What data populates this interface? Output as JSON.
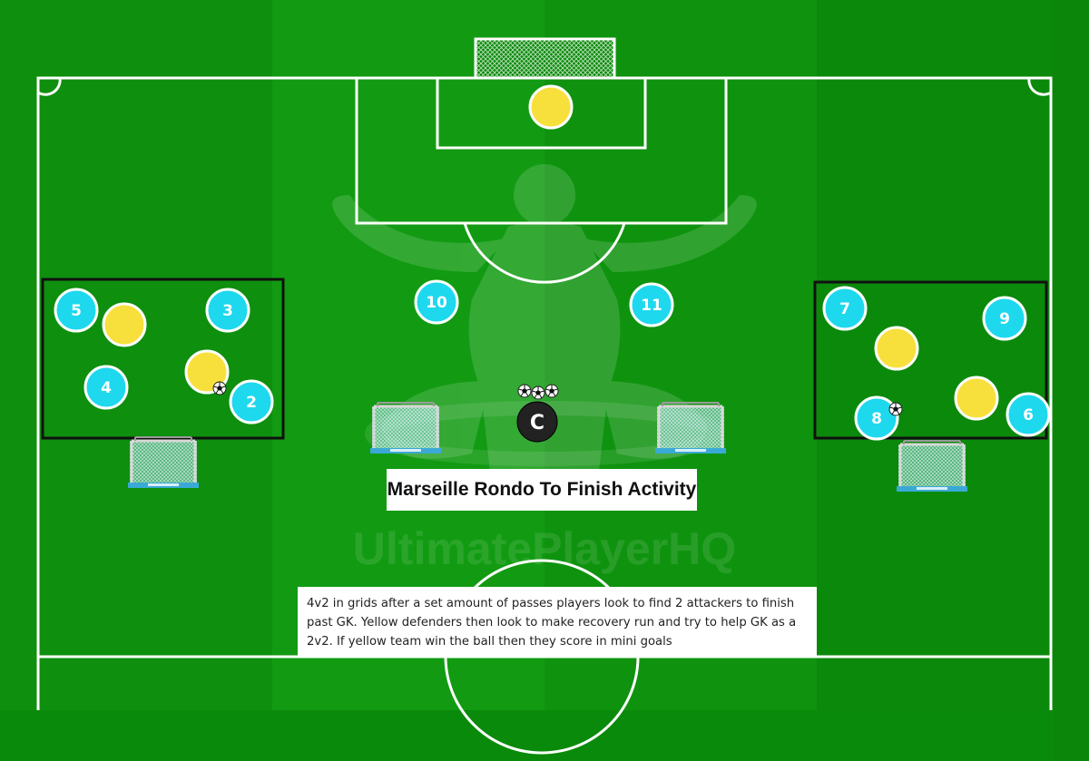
{
  "title": "Marseille Rondo To Finish Activity",
  "description": "4v2 in grids after a set amount of passes players look to find 2 attackers to finish past GK. Yellow defenders then look to make recovery run and try to help GK as a 2v2. If yellow team win the ball then they score in mini goals",
  "watermark": "UltimatePlayerHQ",
  "logo_letter": "C",
  "colors": {
    "grass_dark": "#0a8a0a",
    "grass_light": "#129a12",
    "lines": "#ffffff",
    "blue_team": "#1ed8ee",
    "yellow_team": "#f7e03c",
    "grid_border": "#111111"
  },
  "teams": {
    "blue": {
      "players": [
        {
          "number": "5"
        },
        {
          "number": "3"
        },
        {
          "number": "4"
        },
        {
          "number": "2"
        },
        {
          "number": "10"
        },
        {
          "number": "11"
        },
        {
          "number": "7"
        },
        {
          "number": "9"
        },
        {
          "number": "8"
        },
        {
          "number": "6"
        }
      ]
    },
    "yellow": {
      "count": 5
    },
    "goalkeeper": {
      "team": "yellow"
    }
  },
  "equipment": {
    "full_goal": 1,
    "mini_goals": 4,
    "balls": 5,
    "rondo_grids": 2
  },
  "icons": [
    "soccer-ball-icon",
    "goal-icon",
    "mini-goal-icon",
    "logo-icon",
    "celebrating-player-silhouette"
  ]
}
